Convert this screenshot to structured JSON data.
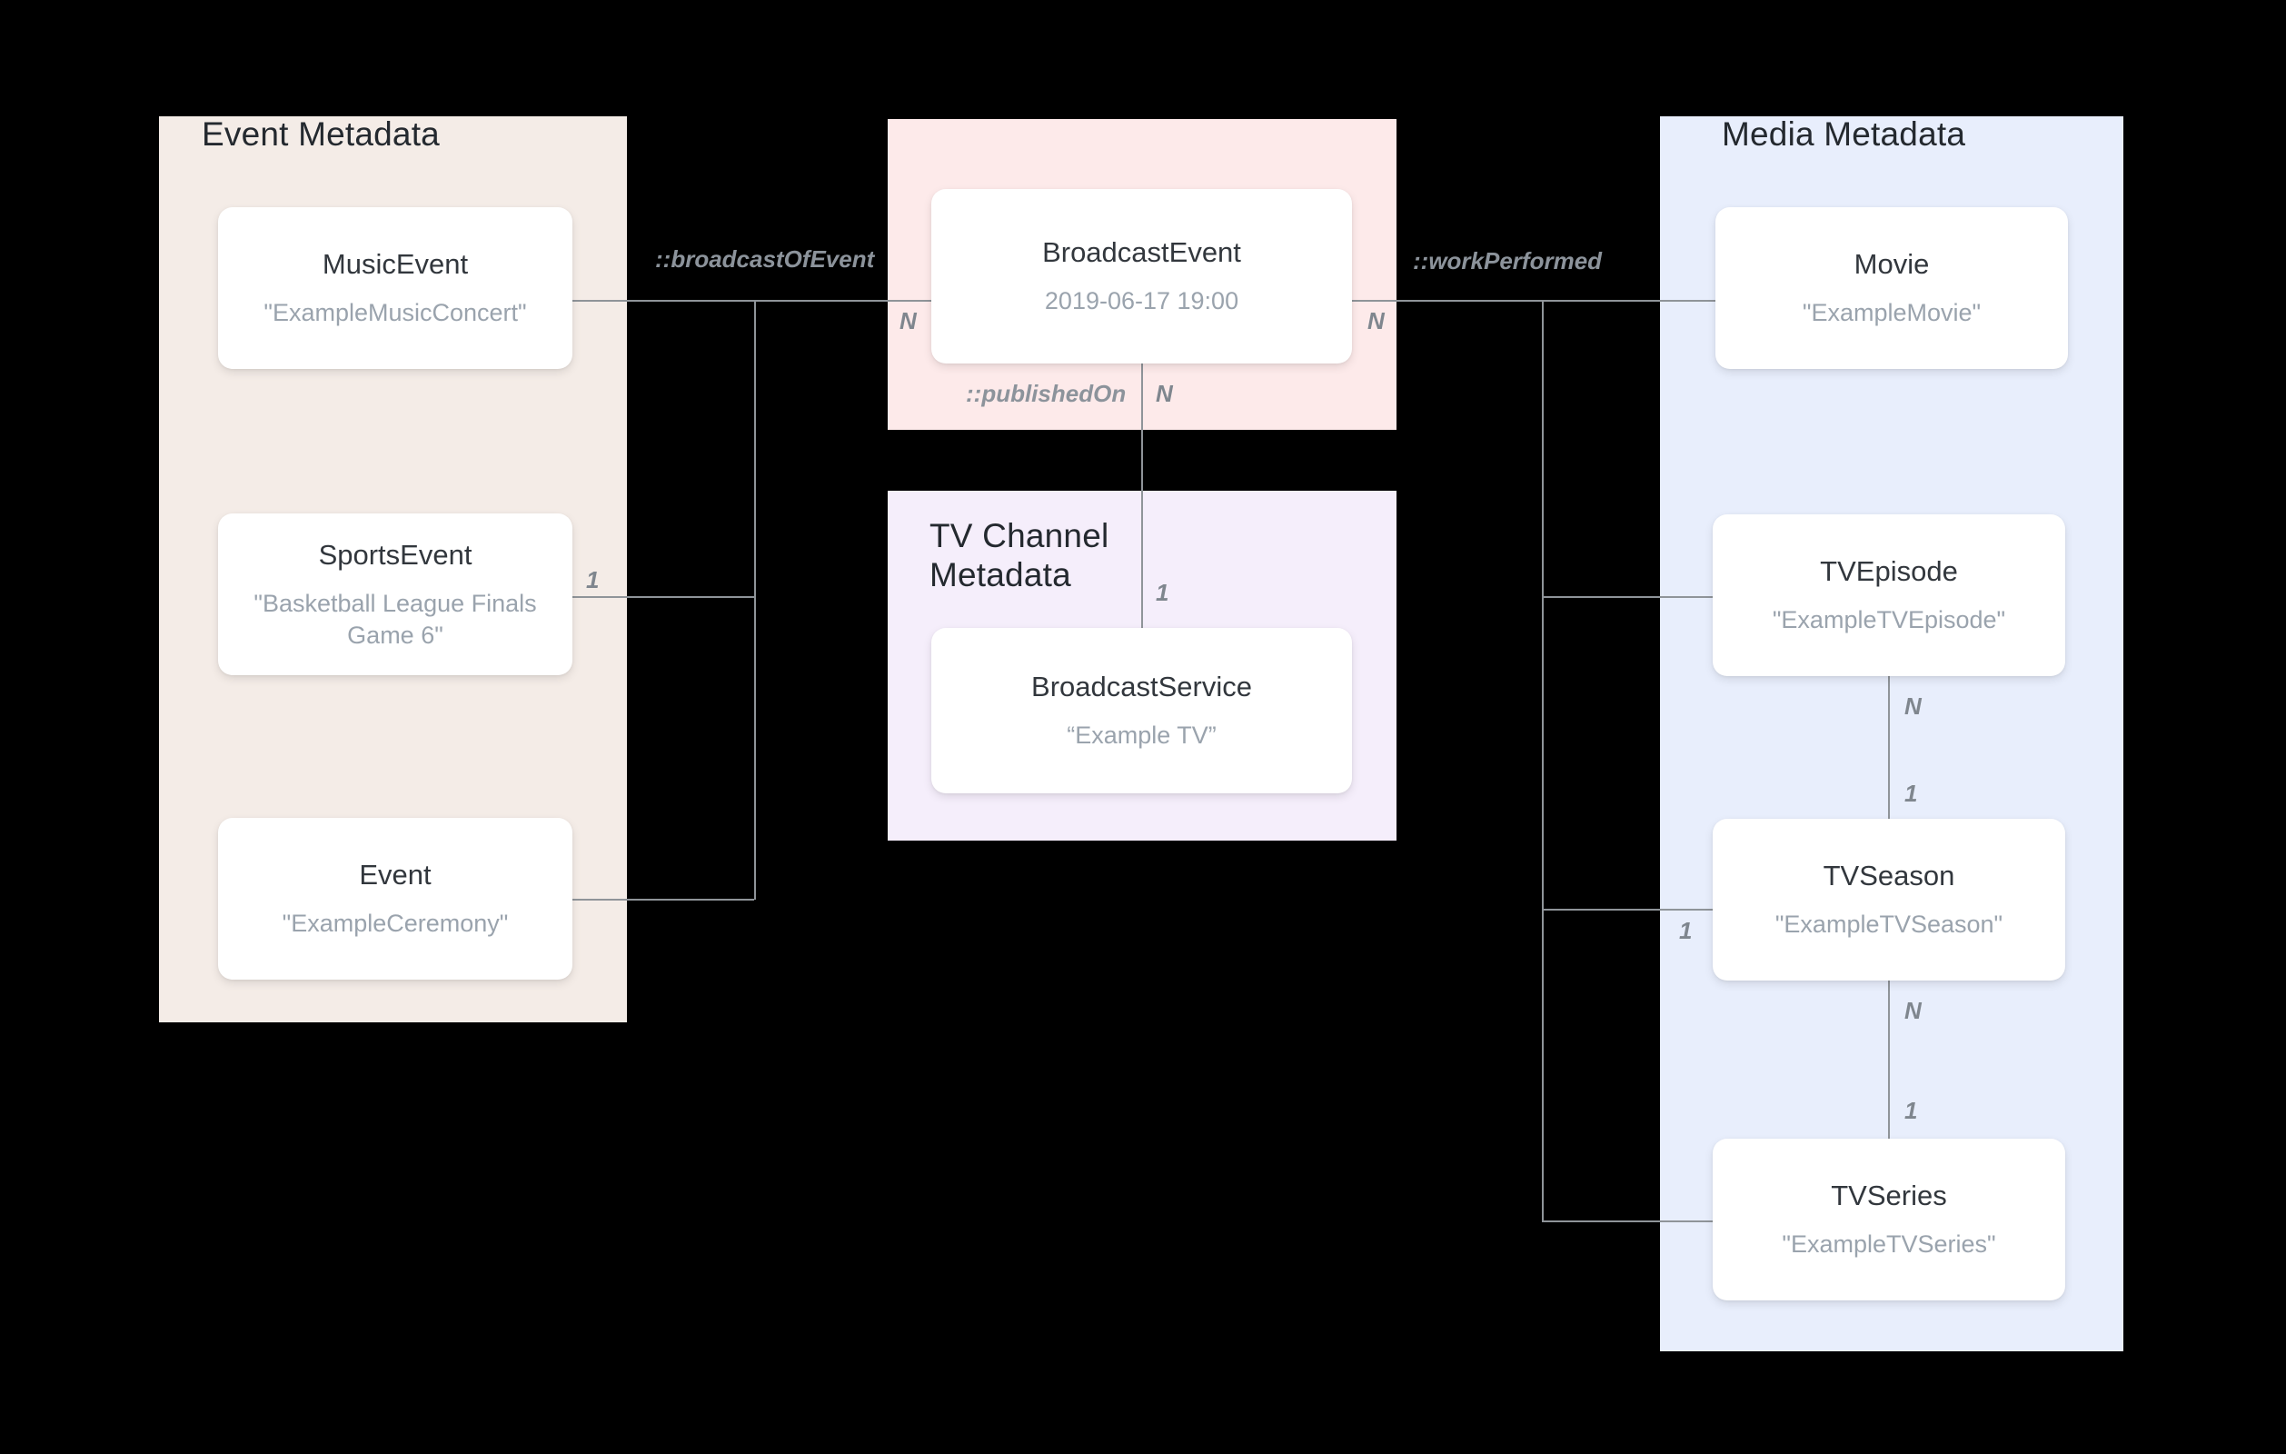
{
  "diagram": {
    "title": "Broadcast metadata entity relationship diagram",
    "background": "#000000",
    "line_color": "#8f9499"
  },
  "groups": {
    "event": {
      "title": "Event Metadata",
      "color": "#f4ece7",
      "nodes": [
        {
          "type": "MusicEvent",
          "value": "\"ExampleMusicConcert\""
        },
        {
          "type": "SportsEvent",
          "value": "\"Basketball League Finals Game 6\""
        },
        {
          "type": "Event",
          "value": "\"ExampleCeremony\""
        }
      ]
    },
    "broadcast": {
      "title": "",
      "color": "#fdeaea",
      "nodes": [
        {
          "type": "BroadcastEvent",
          "value": "2019-06-17 19:00"
        }
      ]
    },
    "tvchannel": {
      "title": "TV Channel\nMetadata",
      "color": "#f5eefb",
      "nodes": [
        {
          "type": "BroadcastService",
          "value": "“Example TV”"
        }
      ]
    },
    "media": {
      "title": "Media Metadata",
      "color": "#e8eefc",
      "nodes": [
        {
          "type": "Movie",
          "value": "\"ExampleMovie\""
        },
        {
          "type": "TVEpisode",
          "value": "\"ExampleTVEpisode\""
        },
        {
          "type": "TVSeason",
          "value": "\"ExampleTVSeason\""
        },
        {
          "type": "TVSeries",
          "value": "\"ExampleTVSeries\""
        }
      ]
    }
  },
  "relations": {
    "broadcastOfEvent": "::broadcastOfEvent",
    "workPerformed": "::workPerformed",
    "publishedOn": "::publishedOn"
  },
  "cardinalities": {
    "sports_to_broadcast": "1",
    "broadcast_left": "N",
    "broadcast_right": "N",
    "broadcast_publishedon": "N",
    "broadcastservice": "1",
    "episode_to_season_n": "N",
    "season_from_episode_1": "1",
    "season_workperformed_1": "1",
    "season_to_series_n": "N",
    "series_from_season_1": "1"
  }
}
